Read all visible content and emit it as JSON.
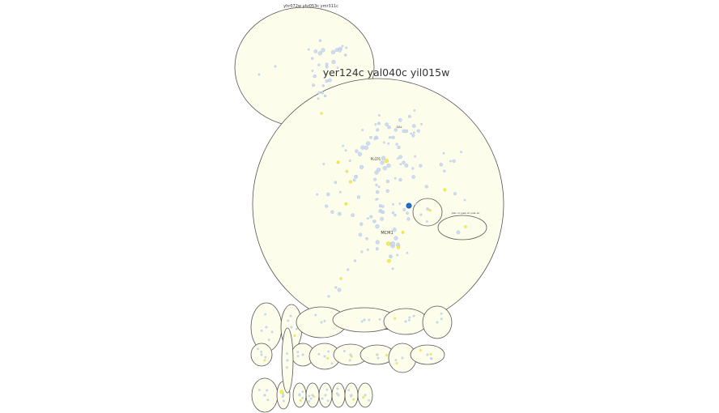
{
  "graph": {
    "clusters": {
      "top_left": {
        "label": "yhr072w yhr053c ymr311c"
      },
      "main": {
        "label": "yer124c yal040c yil015w"
      },
      "main_small_1": {
        "label": ""
      },
      "main_small_2": {
        "label": "yeb..co yaw..ar yuw..ac"
      }
    },
    "hubs": {
      "a": {
        "label": "PLCP1"
      },
      "b": {
        "label": "MCM1"
      },
      "c": {
        "label": "GAL"
      }
    }
  },
  "colors": {
    "cluster_fill": "#fdfdec",
    "node_fill": "#cfdcf0",
    "highlight_node": "#f4ee55",
    "selected_node": "#1f6fd0"
  }
}
